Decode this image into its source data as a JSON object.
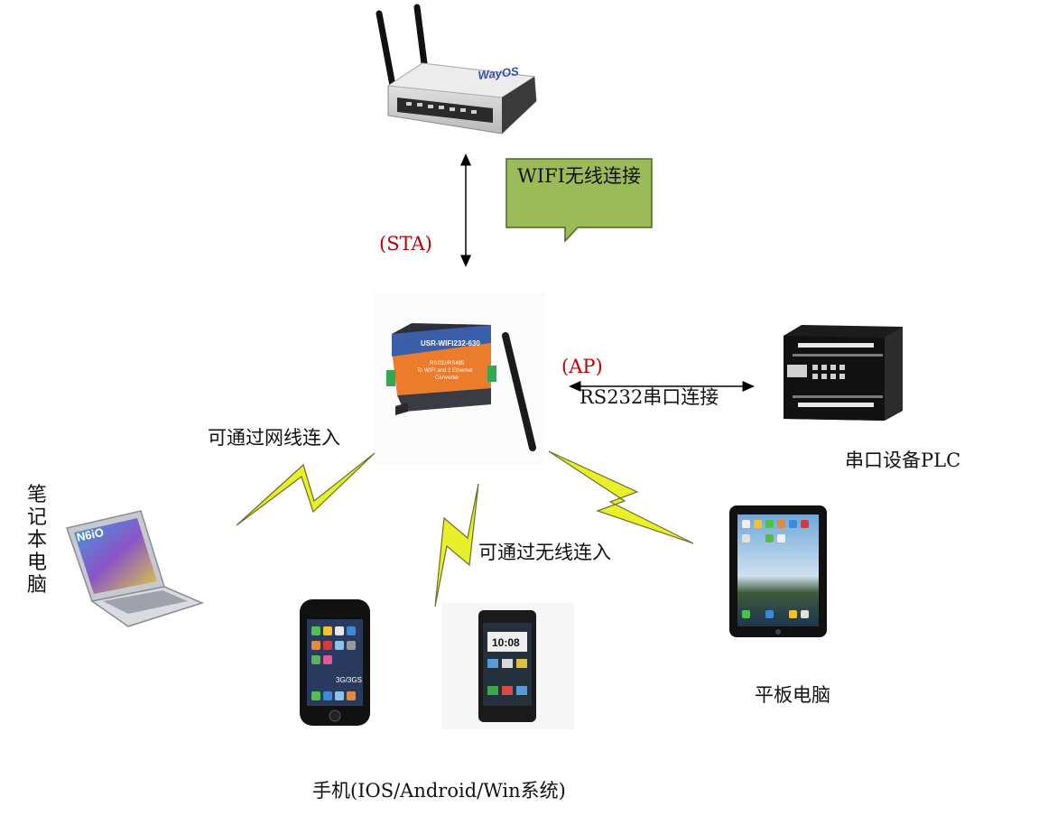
{
  "labels": {
    "sta": "(STA)",
    "wifi_callout": "WIFI无线连接",
    "ap": "(AP)",
    "rs232": "RS232串口连接",
    "plc": "串口设备PLC",
    "wired": "可通过网线连入",
    "wireless": "可通过无线连入",
    "laptop": "笔记本电脑",
    "tablet": "平板电脑",
    "phones": "手机(IOS/Android/Win系统)",
    "router_brand": "WayOS",
    "device_model": "USR-WIFI232-630",
    "device_desc_1": "RS232/RS485",
    "device_desc_2": "To WIFI and 2 Ethernet",
    "device_desc_3": "Converter",
    "laptop_logo": "N6iO",
    "phone_time": "10:08",
    "phone_network": "3G/3GS"
  },
  "colors": {
    "callout_fill": "#9bbb59",
    "callout_border": "#4f6228",
    "lightning_fill": "#e8f02a",
    "lightning_stroke": "#6b6f2a",
    "accent_red": "#c00000",
    "device_orange": "#ea7c2c",
    "device_blue": "#3a5ea8"
  }
}
